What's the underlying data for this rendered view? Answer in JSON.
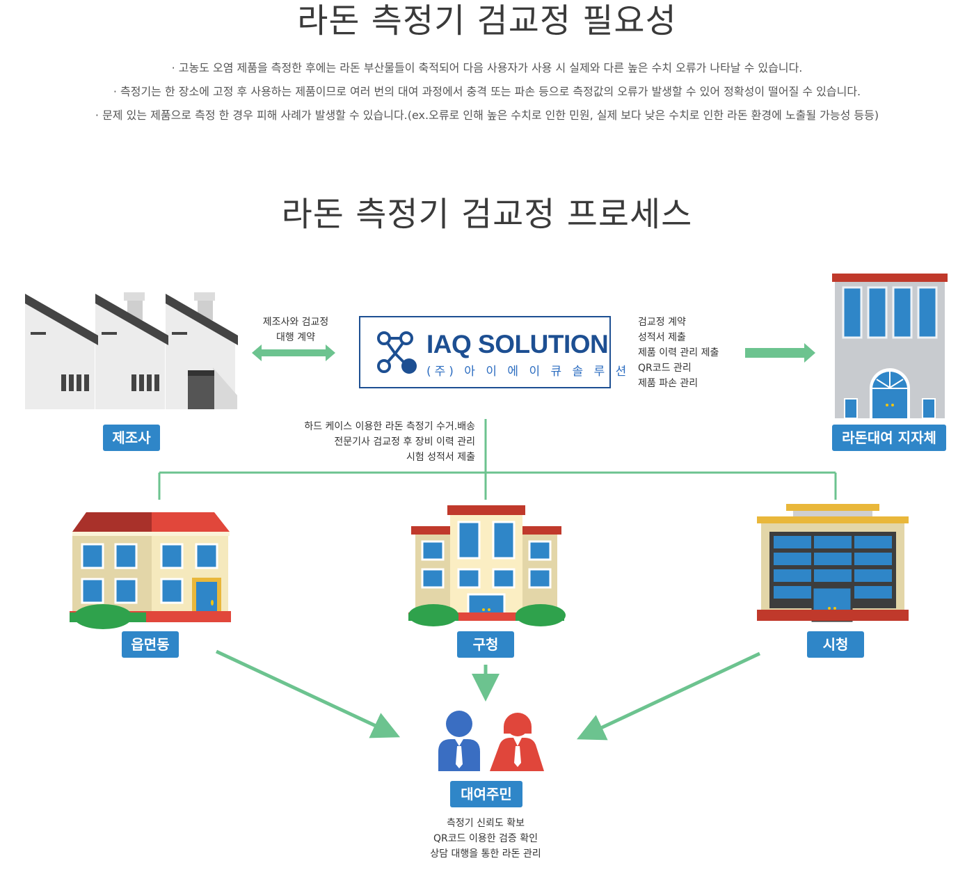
{
  "section1": {
    "title": "라돈 측정기 검교정 필요성",
    "bullets": [
      "· 고농도 오염 제품을 측정한 후에는 라돈 부산물들이 축적되어 다음 사용자가 사용 시 실제와 다른 높은 수치 오류가 나타날 수 있습니다.",
      "· 측정기는 한 장소에 고정 후 사용하는 제품이므로 여러 번의 대여 과정에서 충격 또는 파손 등으로 측정값의 오류가 발생할 수 있어 정확성이 떨어질 수 있습니다.",
      "· 문제 있는 제품으로 측정 한 경우 피해 사례가 발생할 수 있습니다.(ex.오류로 인해 높은 수치로 인한 민원, 실제 보다 낮은 수치로 인한 라돈 환경에 노출될 가능성 등등)"
    ]
  },
  "section2": {
    "title": "라돈 측정기 검교정 프로세스"
  },
  "nodes": {
    "manufacturer": "제조사",
    "rental_gov": "라돈대여 지자체",
    "town": "읍면동",
    "district": "구청",
    "city": "시청",
    "residents": "대여주민"
  },
  "company": {
    "name": "IAQ SOLUTION",
    "subtitle": "(주) 아 이 에 이 큐 솔 루 션"
  },
  "edges": {
    "manufacturer_company": [
      "제조사와 검교정",
      "대행 계약"
    ],
    "company_gov": [
      "검교정 계약",
      "성적서 제출",
      "제품 이력 관리 제출",
      "QR코드 관리",
      "제품 파손 관리"
    ],
    "company_down": [
      "하드 케이스 이용한 라돈 측정기 수거.배송",
      "전문기사 검교정 후 장비 이력 관리",
      "시험 성적서 제출"
    ],
    "residents_benefits": [
      "측정기 신뢰도 확보",
      "QR코드 이용한 검증 확인",
      "상담 대행을 통한 라돈 관리"
    ]
  },
  "colors": {
    "arrow_green": "#6cc38f",
    "badge_blue": "#2f86c8",
    "logo_blue": "#1d4f92"
  }
}
